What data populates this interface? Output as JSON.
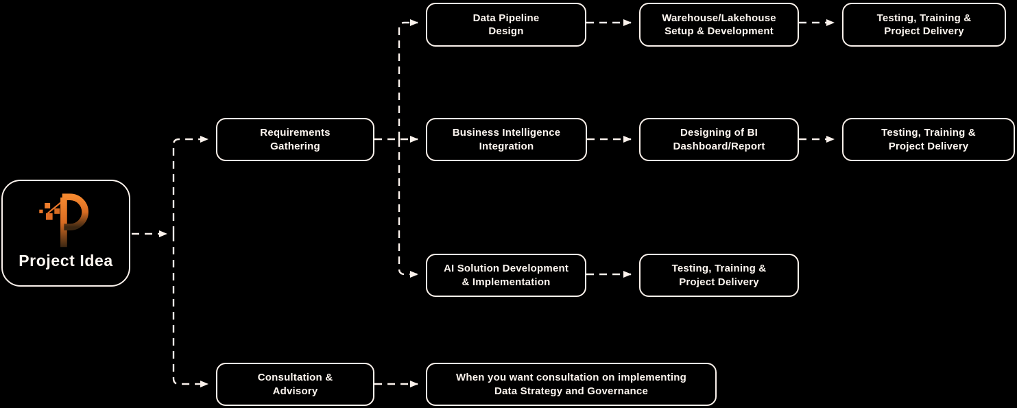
{
  "page": {
    "title": "Project Idea service flow diagram",
    "background_color": "#000000"
  },
  "palette": {
    "line_color": "#fbf2ec",
    "text_color": "#fdf6f0",
    "node_fill": "#000000",
    "logo_orange": "#f1812e",
    "logo_dark_brown": "#3c2712"
  },
  "nodes": {
    "project_idea": {
      "label": "Project Idea"
    },
    "requirements": {
      "label": "Requirements\nGathering"
    },
    "consultation": {
      "label": "Consultation &\nAdvisory"
    },
    "data_pipeline": {
      "label": "Data Pipeline\nDesign"
    },
    "bi_integration": {
      "label": "Business Intelligence\nIntegration"
    },
    "ai_solution": {
      "label": "AI Solution Development\n& Implementation"
    },
    "warehouse": {
      "label": "Warehouse/Lakehouse\nSetup & Development"
    },
    "bi_dashboard": {
      "label": "Designing of BI\nDashboard/Report"
    },
    "testing_dp": {
      "label": "Testing, Training &\nProject Delivery"
    },
    "testing_bi": {
      "label": "Testing, Training &\nProject Delivery"
    },
    "testing_ai": {
      "label": "Testing, Training &\nProject Delivery"
    },
    "consultation_info": {
      "label": "When you want consultation on implementing\nData Strategy and Governance"
    }
  },
  "icons": {
    "logo": "project-idea-p-logo"
  },
  "edges": [
    {
      "from": "project_idea",
      "to": "requirements"
    },
    {
      "from": "project_idea",
      "to": "consultation"
    },
    {
      "from": "requirements",
      "to": "data_pipeline"
    },
    {
      "from": "requirements",
      "to": "bi_integration"
    },
    {
      "from": "requirements",
      "to": "ai_solution"
    },
    {
      "from": "data_pipeline",
      "to": "warehouse"
    },
    {
      "from": "warehouse",
      "to": "testing_dp"
    },
    {
      "from": "bi_integration",
      "to": "bi_dashboard"
    },
    {
      "from": "bi_dashboard",
      "to": "testing_bi"
    },
    {
      "from": "ai_solution",
      "to": "testing_ai"
    },
    {
      "from": "consultation",
      "to": "consultation_info"
    }
  ]
}
